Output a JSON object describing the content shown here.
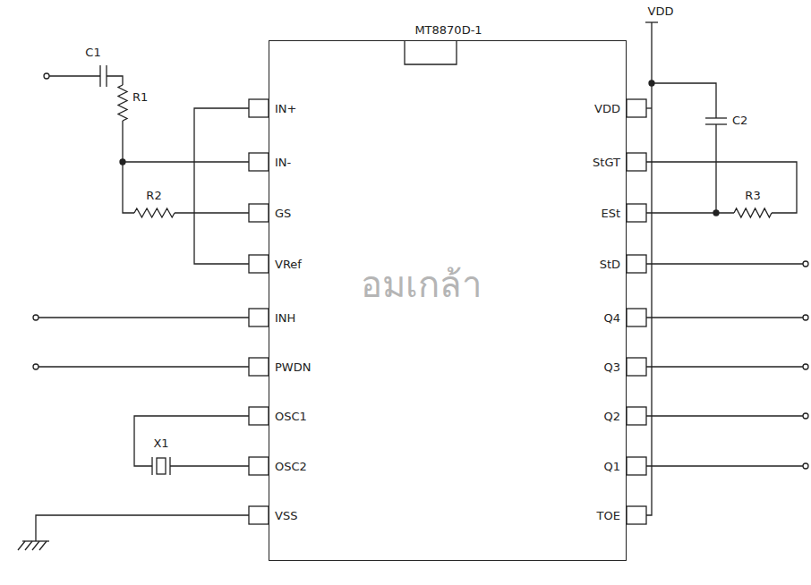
{
  "diagram": {
    "nodes": [
      {
        "text": [
          "MT8870D-1"
        ]
      }
    ],
    "edges": [],
    "labels": [
      "IN+",
      "IN-",
      "GS",
      "VRef",
      "INH",
      "PWDN",
      "OSC1",
      "OSC2",
      "VSS",
      "VDD",
      "StGT",
      "ESt",
      "StD",
      "Q4",
      "Q3",
      "Q2",
      "Q1",
      "TOE",
      "C1",
      "R1",
      "R2",
      "X1",
      "VDD",
      "C2",
      "R3",
      "อมเกล้า"
    ]
  }
}
